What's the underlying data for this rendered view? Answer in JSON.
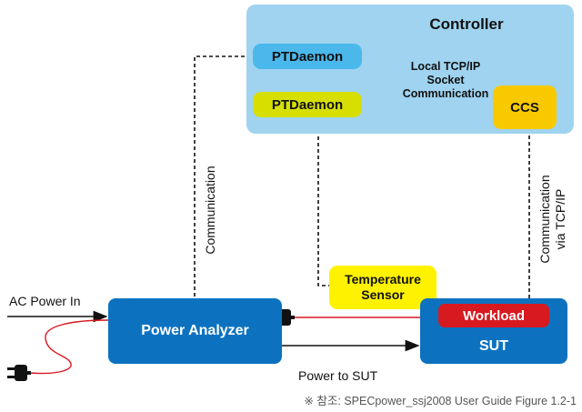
{
  "controller": {
    "title": "Controller"
  },
  "ptdaemon_top": {
    "label": "PTDaemon"
  },
  "ptdaemon_bottom": {
    "label": "PTDaemon"
  },
  "ccs": {
    "label": "CCS"
  },
  "local_comm": {
    "line1": "Local TCP/IP",
    "line2": "Socket",
    "line3": "Communication"
  },
  "temperature_sensor": {
    "line1": "Temperature",
    "line2": "Sensor"
  },
  "power_analyzer": {
    "label": "Power Analyzer"
  },
  "sut": {
    "label": "SUT"
  },
  "workload": {
    "label": "Workload"
  },
  "labels": {
    "ac_power_in": "AC Power In",
    "power_to_sut": "Power to SUT",
    "communication_left": "Communication",
    "communication_right_line1": "Communication",
    "communication_right_line2": "via TCP/IP"
  },
  "source_note": "※ 참조: SPECpower_ssj2008 User Guide Figure 1.2-1",
  "colors": {
    "controller": "#9fd3f0",
    "ptdaemon_top": "#4bb8ec",
    "ptdaemon_bottom": "#d6df00",
    "ccs": "#f9c900",
    "temperature_sensor": "#fff200",
    "analyzer_sut": "#0c72c0",
    "workload": "#d71920",
    "power_cable": "#d71920"
  }
}
